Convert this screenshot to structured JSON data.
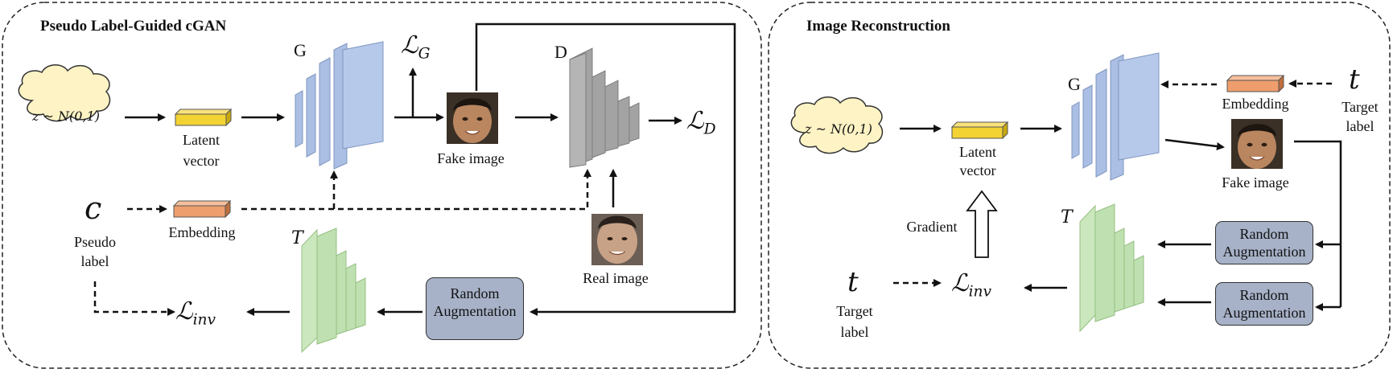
{
  "left_panel": {
    "title": "Pseudo Label-Guided cGAN",
    "noise": "z ~ N(0,1)",
    "latent_line1": "Latent",
    "latent_line2": "vector",
    "generator": "G",
    "loss_g_main": "ℒ",
    "loss_g_sub": "G",
    "fake_image": "Fake image",
    "discriminator": "D",
    "loss_d_main": "ℒ",
    "loss_d_sub": "D",
    "c_symbol": "c",
    "pseudo_line1": "Pseudo",
    "pseudo_line2": "label",
    "embedding": "Embedding",
    "real_image": "Real image",
    "t_network": "T",
    "loss_inv_main": "ℒ",
    "loss_inv_sub": "inv",
    "aug_line1": "Random",
    "aug_line2": "Augmentation"
  },
  "right_panel": {
    "title": "Image Reconstruction",
    "noise": "z ~ N(0,1)",
    "latent_line1": "Latent",
    "latent_line2": "vector",
    "generator": "G",
    "embedding": "Embedding",
    "t_symbol": "t",
    "target_line1": "Target",
    "target_line2": "label",
    "fake_image": "Fake image",
    "gradient": "Gradient",
    "t_network": "T",
    "aug_line1": "Random",
    "aug_line2": "Augmentation",
    "loss_inv_main": "ℒ",
    "loss_inv_sub": "inv",
    "t_symbol_bottom": "t",
    "target_bottom_line1": "Target",
    "target_bottom_line2": "label"
  },
  "colors": {
    "generator": "#aabfe3",
    "discriminator": "#a3a3a3",
    "t_network": "#bfe0b0",
    "latent": "#f3d334",
    "embedding": "#ee9e6c",
    "cloud": "#fdf3c4",
    "augmentation": "#a7b2c8"
  }
}
